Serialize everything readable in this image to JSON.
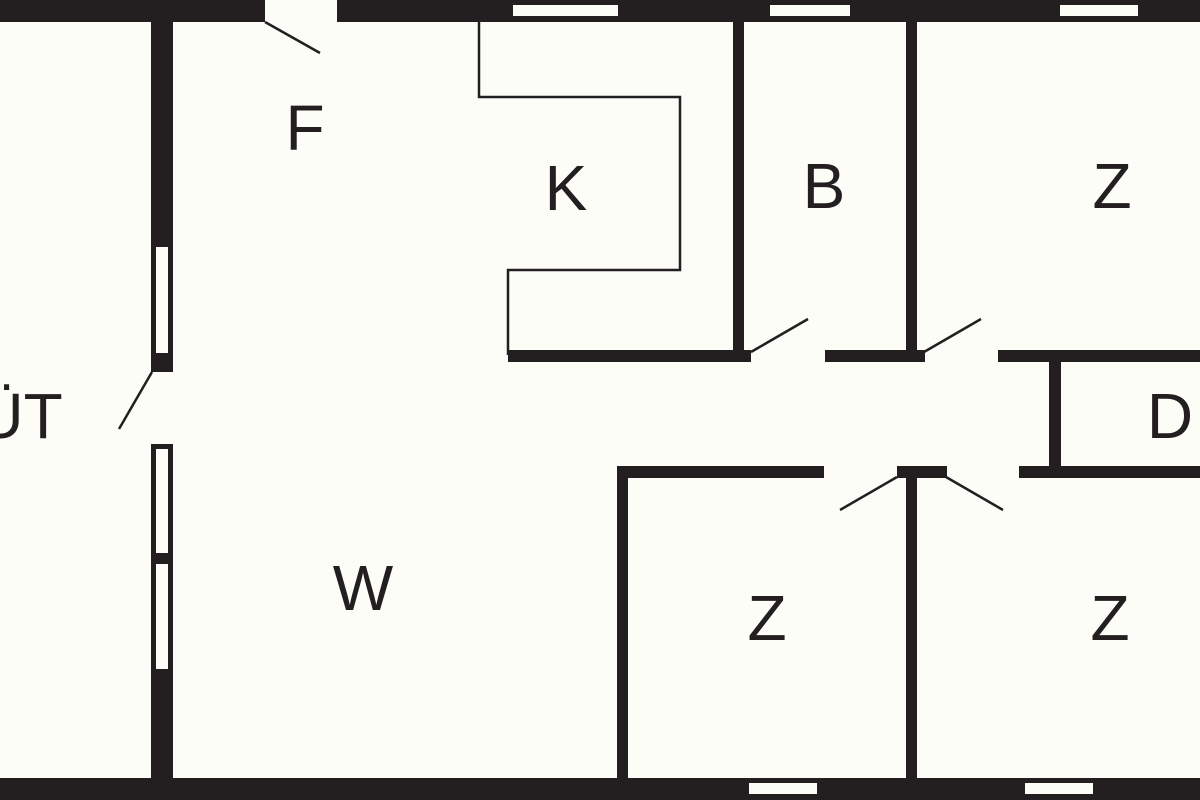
{
  "plan": {
    "colors": {
      "wall": "#231f20",
      "background": "#fdfdf8"
    },
    "rooms": [
      {
        "id": "flur",
        "label": "F"
      },
      {
        "id": "kueche",
        "label": "K"
      },
      {
        "id": "bad",
        "label": "B"
      },
      {
        "id": "zimmer-top-right",
        "label": "Z"
      },
      {
        "id": "terrasse",
        "label": "ÜT"
      },
      {
        "id": "dusche",
        "label": "D"
      },
      {
        "id": "wohnen",
        "label": "W"
      },
      {
        "id": "zimmer-bottom-middle",
        "label": "Z"
      },
      {
        "id": "zimmer-bottom-right",
        "label": "Z"
      }
    ]
  }
}
